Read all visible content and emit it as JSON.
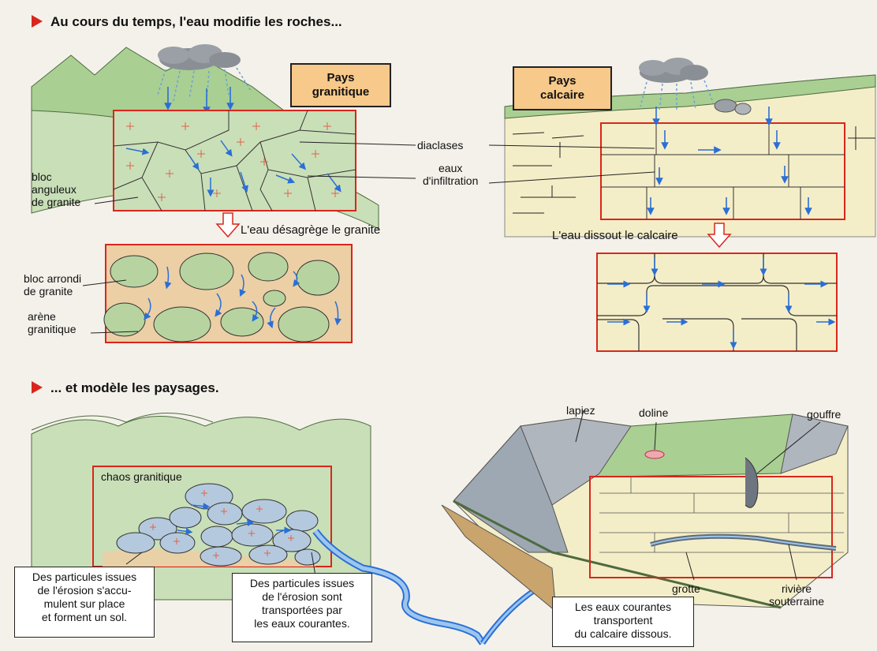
{
  "headers": {
    "top": "Au cours du temps, l'eau modifie les roches...",
    "bottom": "... et modèle les paysages."
  },
  "tags": {
    "granitic": [
      "Pays",
      "granitique"
    ],
    "calcaire": [
      "Pays",
      "calcaire"
    ]
  },
  "labels": {
    "diaclases": "diaclases",
    "eaux_infiltration": [
      "eaux",
      "d'infiltration"
    ],
    "bloc_anguleux": [
      "bloc",
      "anguleux",
      "de granite"
    ],
    "eau_desagrege": "L'eau désagrège le granite",
    "eau_dissout": "L'eau dissout le calcaire",
    "bloc_arrondi": [
      "bloc arrondi",
      "de granite"
    ],
    "arene": [
      "arène",
      "granitique"
    ],
    "chaos": "chaos granitique",
    "lapiez": "lapiez",
    "doline": "doline",
    "gouffre": "gouffre",
    "grotte": "grotte",
    "riviere": [
      "rivière",
      "souterraine"
    ]
  },
  "captions": {
    "sol": [
      "Des particules issues",
      "de l'érosion s'accu-",
      "mulent sur place",
      "et forment un sol."
    ],
    "transport": [
      "Des particules issues",
      "de l'érosion sont",
      "transportées par",
      "les eaux courantes."
    ],
    "calcaire": [
      "Les eaux courantes",
      "transportent",
      "du calcaire dissous."
    ]
  },
  "colors": {
    "frame_red": "#d9261c",
    "granite_green": "#c9dfb8",
    "limestone": "#f4eec8",
    "water_blue": "#2a6fd6",
    "arene_sand": "#eccfa5",
    "tag_orange": "#f7c98a"
  }
}
